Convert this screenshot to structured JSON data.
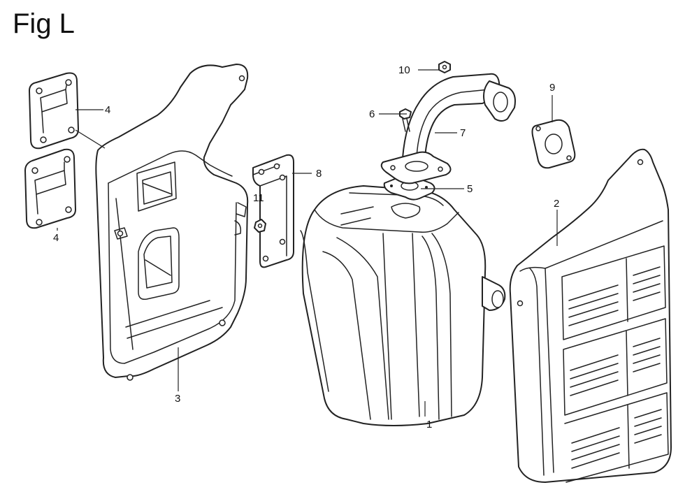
{
  "figure": {
    "title": "Fig L",
    "callouts": [
      {
        "id": "c1",
        "label": "1"
      },
      {
        "id": "c2",
        "label": "2"
      },
      {
        "id": "c3",
        "label": "3"
      },
      {
        "id": "c4a",
        "label": "4"
      },
      {
        "id": "c4b",
        "label": "4"
      },
      {
        "id": "c5",
        "label": "5"
      },
      {
        "id": "c6",
        "label": "6"
      },
      {
        "id": "c7",
        "label": "7"
      },
      {
        "id": "c8",
        "label": "8"
      },
      {
        "id": "c9",
        "label": "9"
      },
      {
        "id": "c10",
        "label": "10"
      },
      {
        "id": "c11",
        "label": "11"
      }
    ]
  }
}
